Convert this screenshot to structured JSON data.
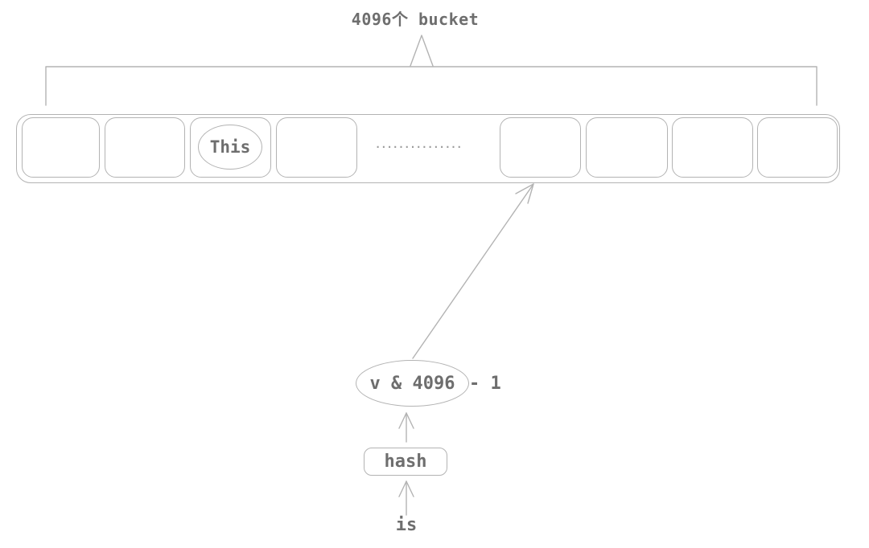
{
  "diagram": {
    "bucket_count_label": "4096个 bucket",
    "this_label": "This",
    "ellipsis_dots": "···············",
    "expr_circled": "v & 4096",
    "expr_suffix": "- 1",
    "hash_box_label": "hash",
    "input_label": "is"
  },
  "colors": {
    "line": "#b3b3b3",
    "text": "#6e6e6e",
    "background": "#ffffff"
  }
}
